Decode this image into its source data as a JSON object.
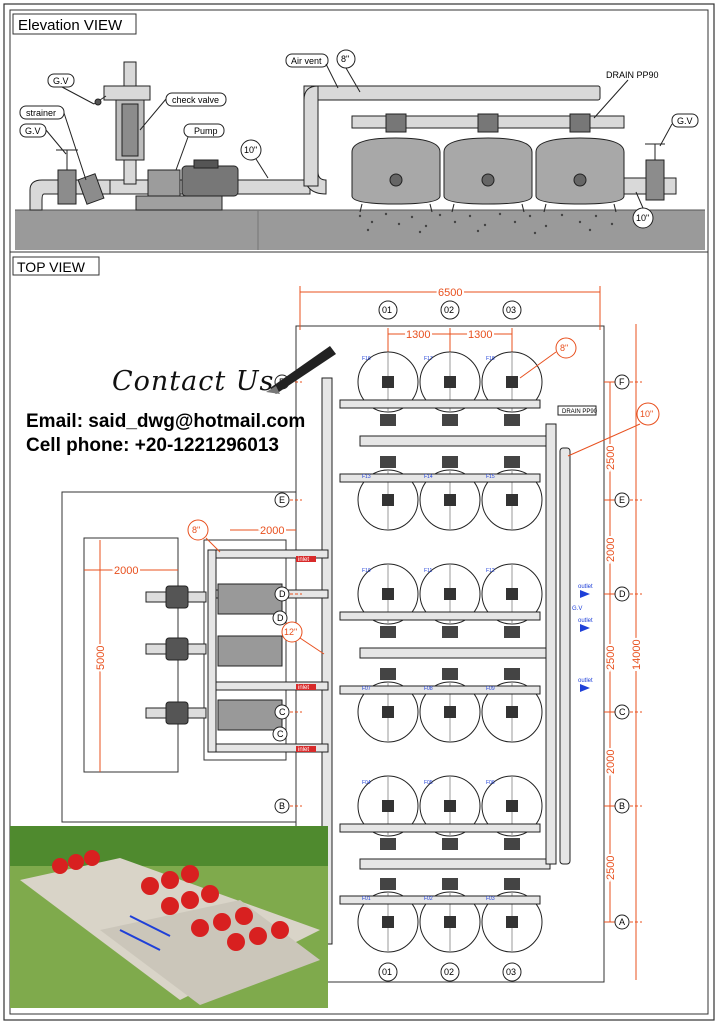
{
  "elevation": {
    "title": "Elevation VIEW",
    "labels": {
      "gv_left_top": "G.V",
      "strainer": "strainer",
      "gv_left": "G.V",
      "check_valve": "check valve",
      "pump": "Pump",
      "size_10_left": "10\"",
      "air_vent": "Air vent",
      "size_8": "8\"",
      "drain": "DRAIN PP90",
      "gv_right": "G.V",
      "size_10_right": "10\""
    }
  },
  "top": {
    "title": "TOP VIEW",
    "dims": {
      "overall_width": "6500",
      "spacing_a": "1300",
      "spacing_b": "1300",
      "pump_width": "2000",
      "pump_area_width": "2000",
      "pump_area_height": "5000",
      "overall_height": "14000",
      "row_f_e": "2500",
      "row_e_d": "2000",
      "row_d_c": "2500",
      "row_c_b": "2000",
      "row_b_a": "2500"
    },
    "cols": [
      "01",
      "02",
      "03"
    ],
    "rows": [
      "F",
      "E",
      "D",
      "C",
      "B",
      "A"
    ],
    "pump_rows": [
      "D",
      "C"
    ],
    "callouts": {
      "size_8_top": "8\"",
      "size_10_right": "10\"",
      "size_8_pump": "8\"",
      "size_12": "12\"",
      "drain": "DRAIN PP90"
    },
    "filter_tags": [
      "F16",
      "F17",
      "F18",
      "F13",
      "F14",
      "F15",
      "F10",
      "F11",
      "F12",
      "F07",
      "F08",
      "F09",
      "F04",
      "F05",
      "F06",
      "F01",
      "F02",
      "F03"
    ],
    "inlet_label": "inlet",
    "outlet_label": "outlet",
    "gv_label": "G.V"
  },
  "contact": {
    "heading": "Contact Us",
    "email": "Email: said_dwg@hotmail.com",
    "phone": "Cell phone: +20-1221296013"
  },
  "colors": {
    "dimension": "#e8501e",
    "line": "#222222",
    "pipe": "#d9d9d9",
    "ground": "#9a9a9a",
    "filter_fill": "#a8a8a8",
    "arrow": "#1e3fd8",
    "inlet": "#d82a2a"
  }
}
